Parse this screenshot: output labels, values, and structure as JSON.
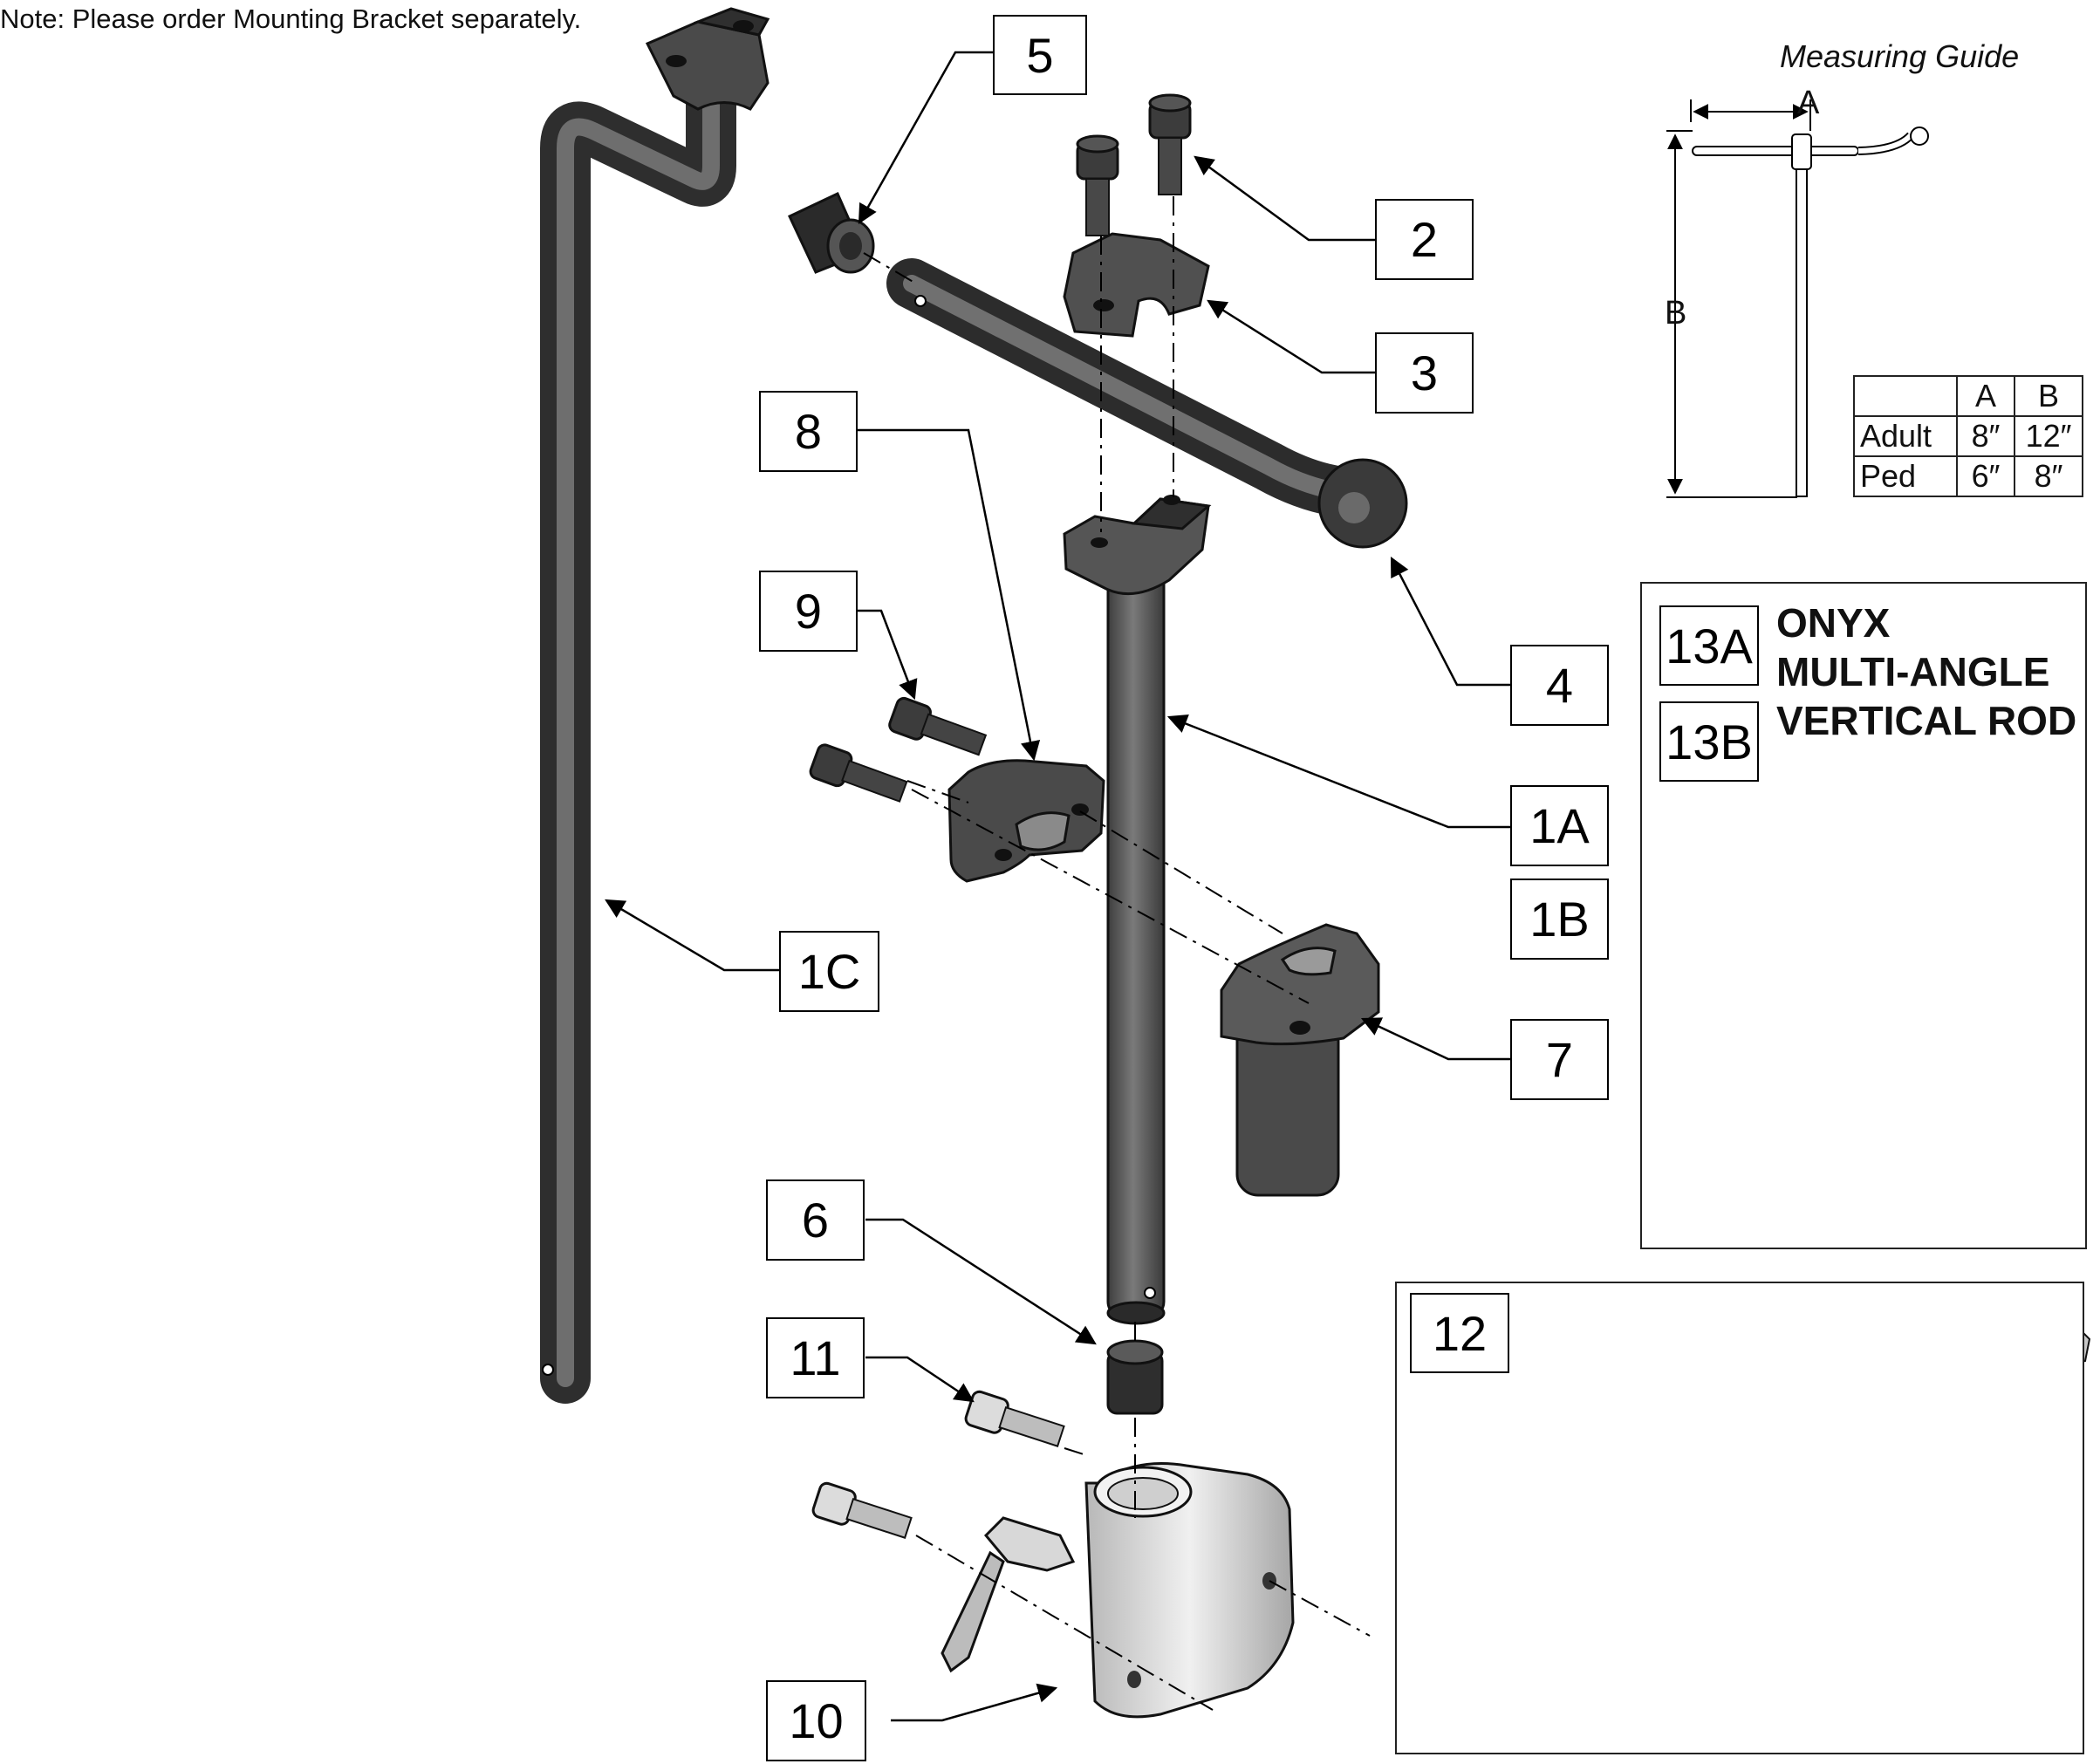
{
  "note": "Note: Please order Mounting Bracket separately.",
  "callouts": {
    "c1A": "1A",
    "c1B": "1B",
    "c1C": "1C",
    "c2": "2",
    "c3": "3",
    "c4": "4",
    "c5": "5",
    "c6": "6",
    "c7": "7",
    "c8": "8",
    "c9": "9",
    "c10": "10",
    "c11": "11",
    "c12": "12",
    "c13A": "13A",
    "c13B": "13B"
  },
  "measuring_guide": {
    "title": "Measuring Guide",
    "dim_a": "A",
    "dim_b": "B",
    "table": {
      "header": [
        "",
        "A",
        "B"
      ],
      "rows": [
        {
          "label": "Adult",
          "a": "8″",
          "b": "12″"
        },
        {
          "label": "Ped",
          "a": "6″",
          "b": "8″"
        }
      ]
    }
  },
  "onyx_panel": {
    "line1": "ONYX",
    "line2": "MULTI-ANGLE",
    "line3": "VERTICAL ROD"
  },
  "colors": {
    "part_dark": "#4a4a4a",
    "part_mid": "#6b6b6b",
    "part_light": "#9a9a9a",
    "part_silver": "#d4d4d4",
    "line": "#000000"
  }
}
